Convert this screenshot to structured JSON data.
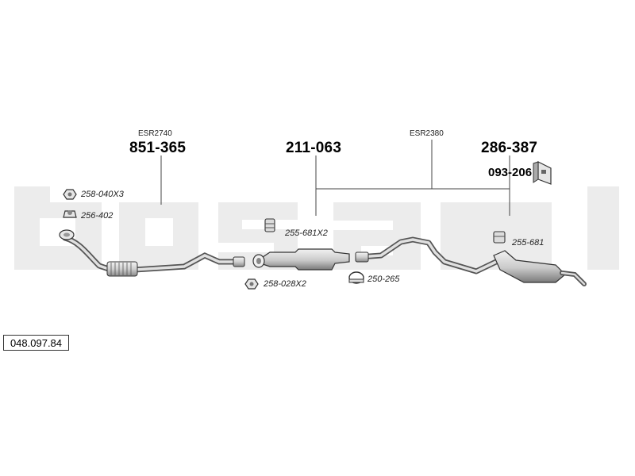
{
  "diagram_code": "048.097.84",
  "esr_labels": {
    "front": "ESR2740",
    "rear": "ESR2380"
  },
  "main_parts": {
    "front_pipe": "851-365",
    "middle_silencer": "211-063",
    "rear_silencer": "286-387",
    "rear_bracket": "093-206"
  },
  "fitting_refs": {
    "nut_front": "258-040X3",
    "gasket_front": "256-402",
    "rubber_mount_mid": "255-681X2",
    "nut_mid": "258-028X2",
    "clamp_mid": "250-265",
    "rubber_mount_rear": "255-681"
  },
  "watermark": "bosal",
  "colors": {
    "line": "#333333",
    "part_fill": "#d6d6d6",
    "watermark": "#ececec"
  }
}
